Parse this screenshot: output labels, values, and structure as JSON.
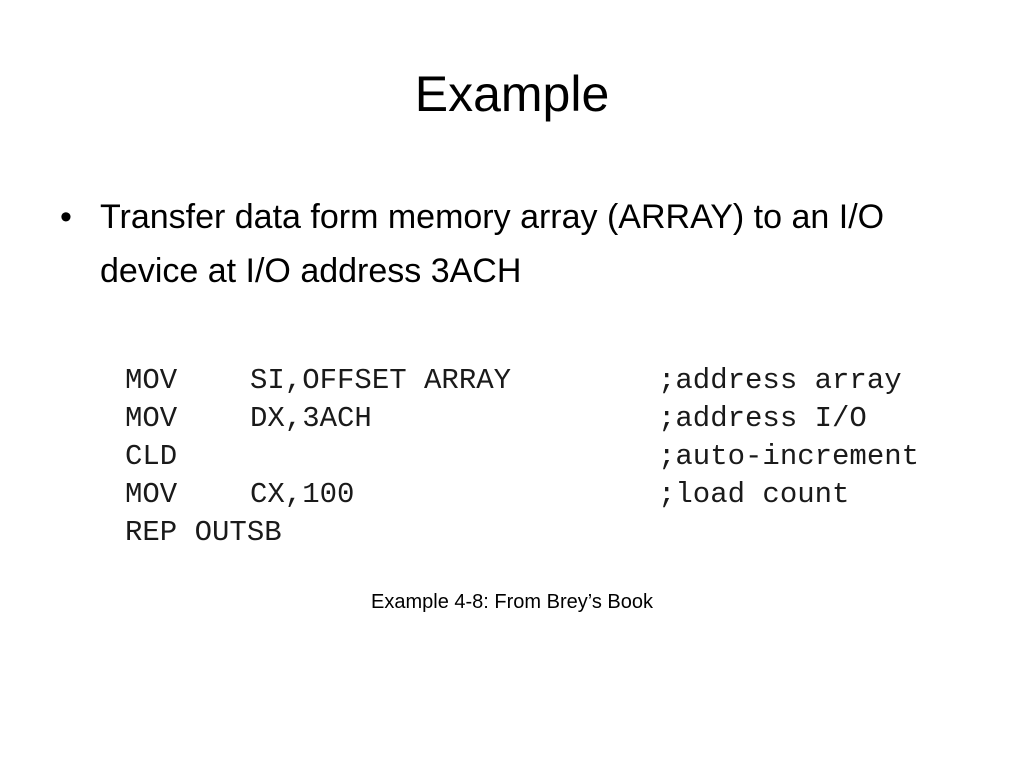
{
  "slide": {
    "title": "Example",
    "bullets": [
      {
        "marker": "•",
        "text": "Transfer data form memory array (ARRAY) to an I/O device at I/O address 3ACH"
      }
    ],
    "code": [
      {
        "mnemonic": "MOV",
        "operand": "SI,OFFSET ARRAY",
        "comment": ";address array"
      },
      {
        "mnemonic": "MOV",
        "operand": "DX,3ACH",
        "comment": ";address I/O"
      },
      {
        "mnemonic": "CLD",
        "operand": "",
        "comment": ";auto-increment"
      },
      {
        "mnemonic": "MOV",
        "operand": "CX,100",
        "comment": ";load count"
      },
      {
        "mnemonic": "REP OUTSB",
        "operand": "",
        "comment": ""
      }
    ],
    "caption": "Example 4-8: From Brey’s Book"
  }
}
